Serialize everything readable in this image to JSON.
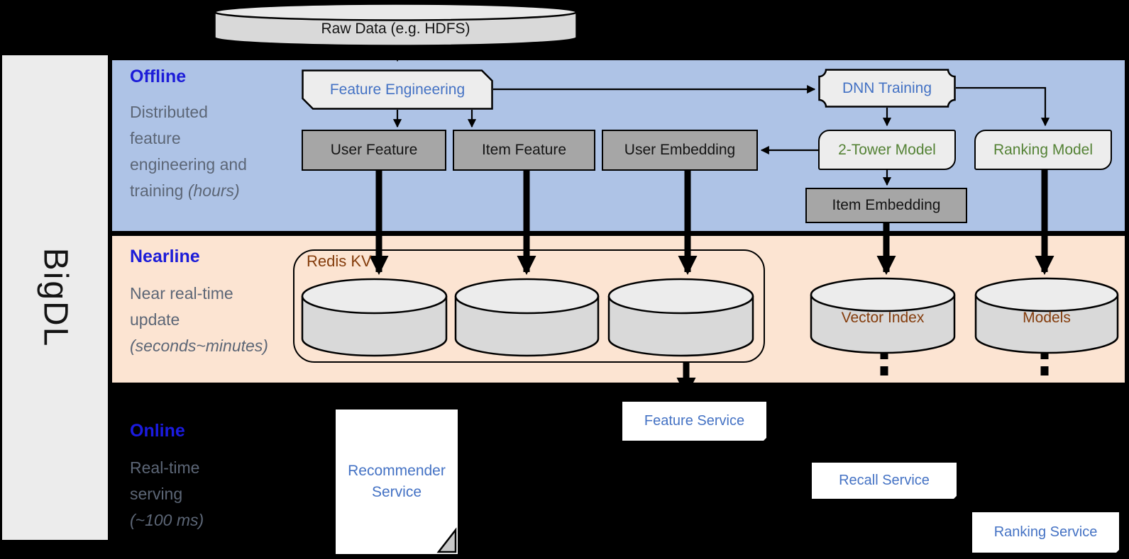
{
  "brand": "BigDL",
  "sections": {
    "offline": {
      "label": "Offline",
      "desc1": "Distributed",
      "desc2": "feature",
      "desc3": "engineering and",
      "desc4": "training ",
      "desc4_italic": "(hours)"
    },
    "nearline": {
      "label": "Nearline",
      "desc1": "Near real-time",
      "desc2": "update",
      "desc3_italic": "(seconds~minutes)"
    },
    "online": {
      "label": "Online",
      "desc1": "Real-time",
      "desc2": "serving",
      "desc3_italic": "(~100 ms)"
    }
  },
  "nodes": {
    "raw_data": "Raw Data (e.g. HDFS)",
    "feature_engineering": "Feature Engineering",
    "dnn_training": "DNN Training",
    "user_feature": "User Feature",
    "item_feature": "Item Feature",
    "user_embedding": "User Embedding",
    "two_tower_model": "2-Tower Model",
    "ranking_model": "Ranking Model",
    "item_embedding": "Item Embedding",
    "redis_kv": "Redis KV",
    "vector_index": "Vector Index",
    "models": "Models",
    "recommender_service": "Recommender Service",
    "feature_service": "Feature Service",
    "recall_service": "Recall Service",
    "ranking_service": "Ranking Service"
  },
  "colors": {
    "offline_band": "#aec3e6",
    "nearline_band": "#fce4d2",
    "background": "#000000",
    "section_label_blue": "#1c1cd8",
    "desc_grey": "#5c6676",
    "node_label_blue": "#4472c4",
    "model_green": "#548235",
    "storage_brown": "#843c0c",
    "grey_box": "#a6a6a6",
    "light_box": "#ededed",
    "cylinder_fill": "#d9d9d9",
    "sidebar_fill": "#ececec"
  }
}
